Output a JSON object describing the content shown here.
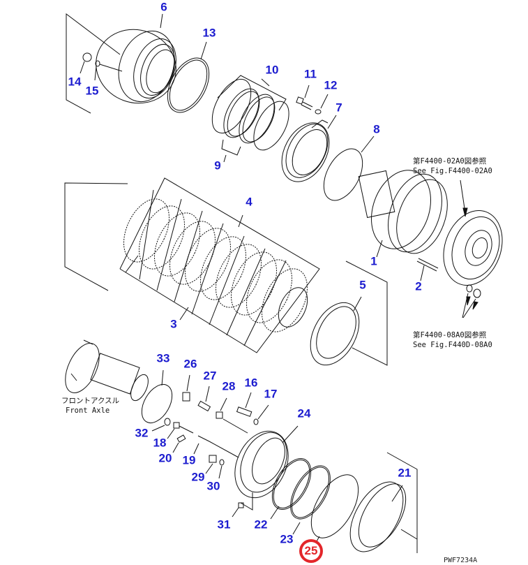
{
  "diagram": {
    "type": "exploded-parts-diagram",
    "drawing_code": "PWF7234A",
    "highlight_color": "#e3262a",
    "label_color": "#1c1ccf",
    "highlighted_part": "25",
    "labels": {
      "p1": "1",
      "p2": "2",
      "p3": "3",
      "p4": "4",
      "p5": "5",
      "p6": "6",
      "p7": "7",
      "p8": "8",
      "p9": "9",
      "p10": "10",
      "p11": "11",
      "p12": "12",
      "p13": "13",
      "p14": "14",
      "p15": "15",
      "p16": "16",
      "p17": "17",
      "p18": "18",
      "p19": "19",
      "p20": "20",
      "p21": "21",
      "p22": "22",
      "p23": "23",
      "p24": "24",
      "p25": "25",
      "p26": "26",
      "p27": "27",
      "p28": "28",
      "p29": "29",
      "p30": "30",
      "p31": "31",
      "p32": "32",
      "p33": "33"
    },
    "notes": {
      "ref1_jp": "第F4400-02A0図参照",
      "ref1_en": "See Fig.F4400-02A0",
      "ref2_jp": "第F4400-08A0図参照",
      "ref2_en": "See Fig.F440D-08A0",
      "front_axle_jp": "フロントアクスル",
      "front_axle_en": "Front Axle"
    }
  }
}
